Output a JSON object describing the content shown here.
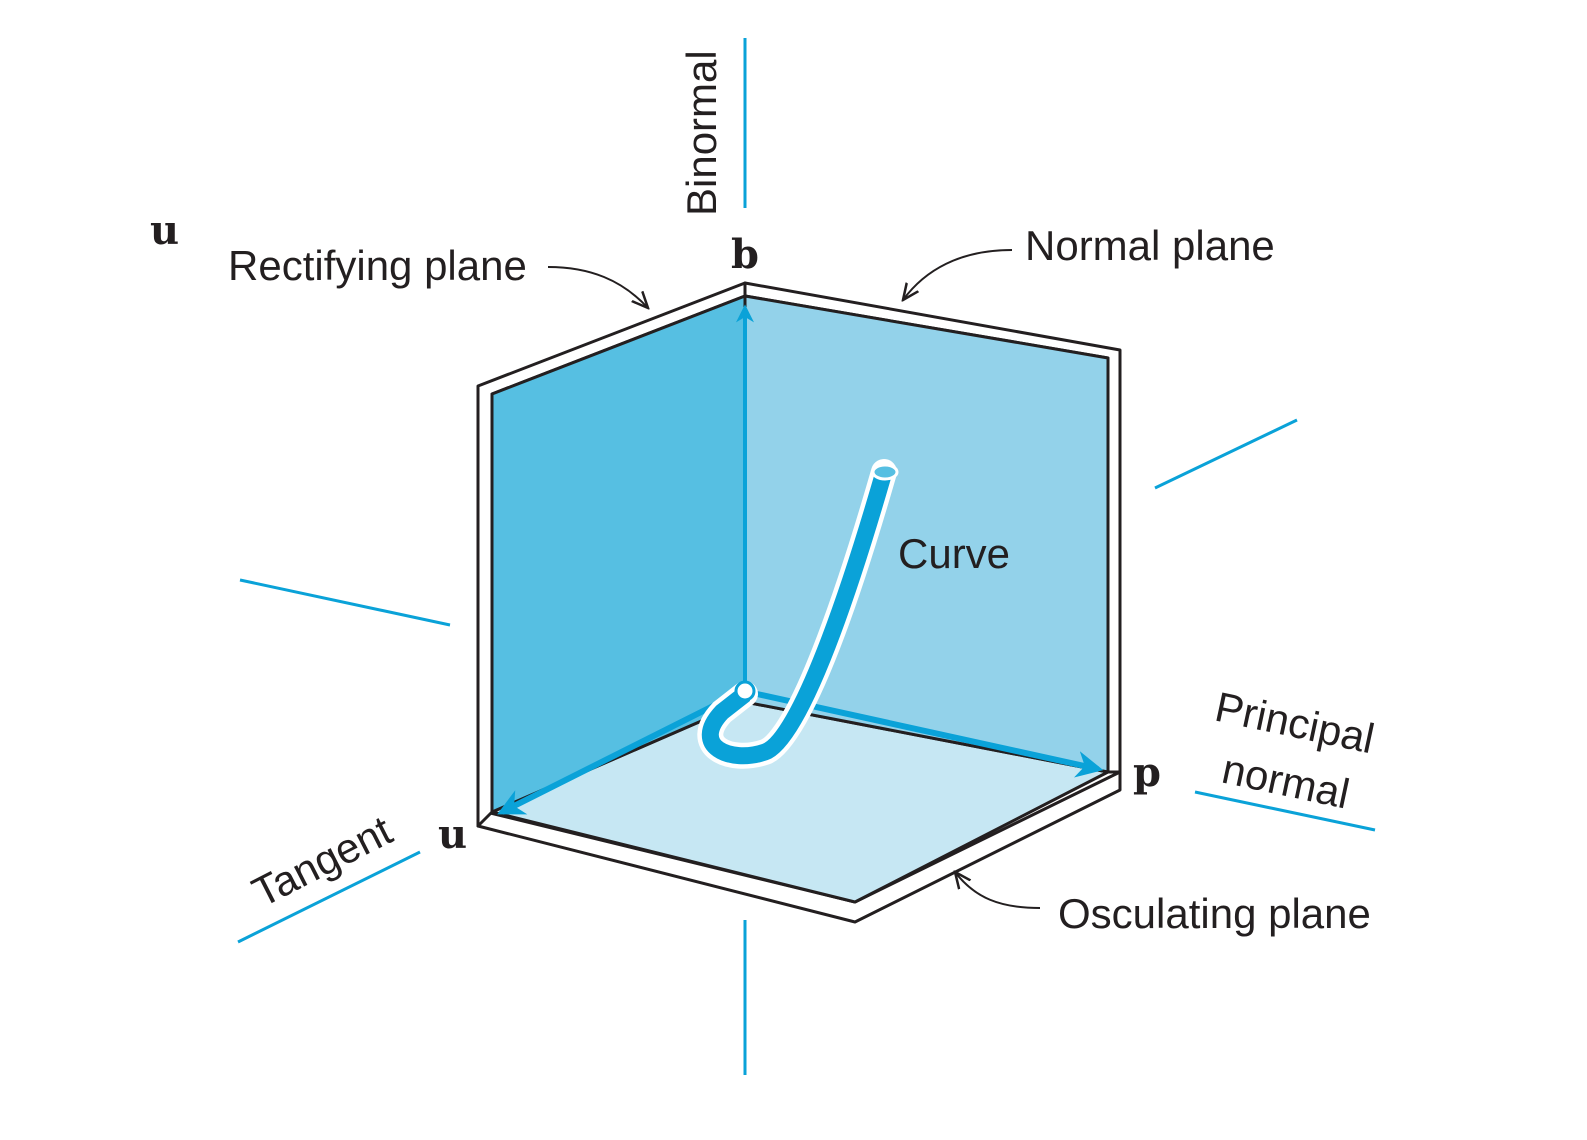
{
  "colors": {
    "axis": "#0aa2d8",
    "arrow": "#0aa2d8",
    "rectifying_fill": "#56bfe2",
    "normal_fill": "#93d2ea",
    "osculating_fill": "#c6e7f3",
    "outline": "#231f20",
    "text": "#231f20"
  },
  "axes": {
    "binormal": "Binormal",
    "tangent": "Tangent",
    "principal_normal_line1": "Principal",
    "principal_normal_line2": "normal"
  },
  "planes": {
    "rectifying": "Rectifying plane",
    "normal": "Normal plane",
    "osculating": "Osculating plane"
  },
  "vectors": {
    "b": "b",
    "u": "u",
    "p": "p",
    "u_corner": "u"
  },
  "curve": {
    "label": "Curve"
  }
}
